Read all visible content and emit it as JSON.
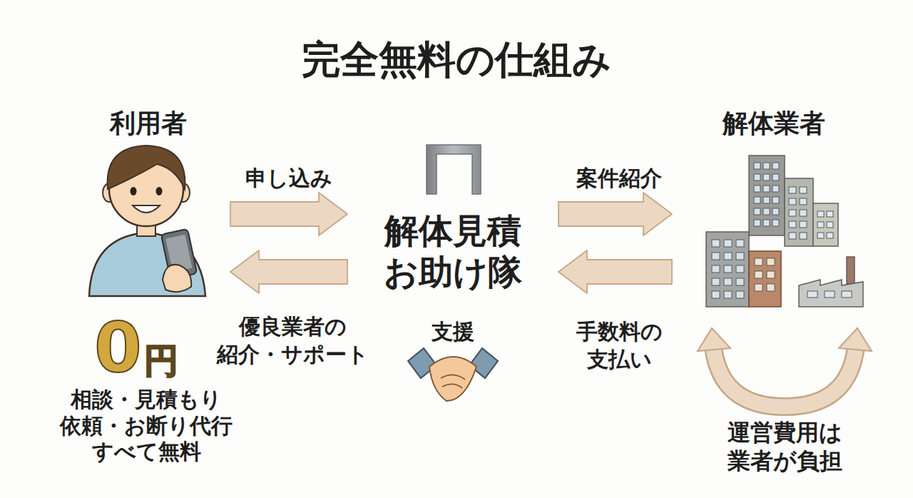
{
  "diagram": {
    "title": "完全無料の仕組み",
    "nodes": [
      {
        "text": [
          "利用者"
        ]
      },
      {
        "text": [
          "解体見積 お助け隊"
        ]
      },
      {
        "text": [
          "解体業者"
        ]
      }
    ],
    "edges": [
      {
        "from": 0,
        "to": 1,
        "label": "申し込み",
        "arrow": "to"
      },
      {
        "from": 1,
        "to": 0,
        "label": "優良業者の 紹介・サポート",
        "arrow": "to"
      },
      {
        "from": 1,
        "to": 2,
        "label": "案件紹介",
        "arrow": "to"
      },
      {
        "from": 2,
        "to": 1,
        "label": "手数料の 支払い",
        "arrow": "to"
      }
    ],
    "labels": [
      "0",
      "円",
      "相談・見積もり 依頼・お断り代行 すべて無料",
      "支援",
      "運営費用は 業者が負担"
    ]
  }
}
